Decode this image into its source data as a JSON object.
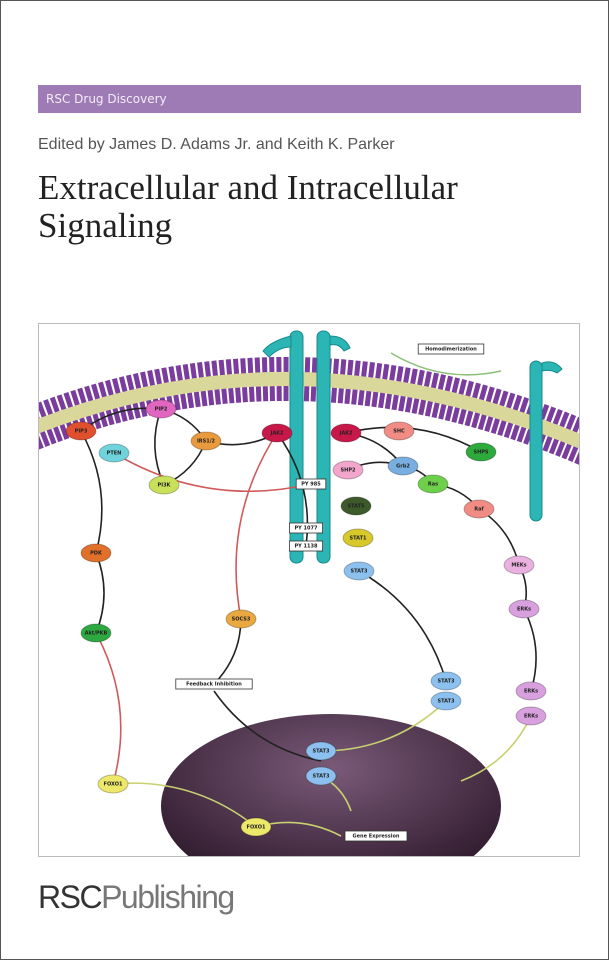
{
  "series": "RSC Drug Discovery",
  "editors": "Edited by James D. Adams Jr. and Keith K. Parker",
  "title_line1": "Extracellular and Intracellular",
  "title_line2": "Signaling",
  "publisher": {
    "part1": "RSC",
    "part2": "Publishing"
  },
  "colors": {
    "series_bar": "#9e7bb5",
    "membrane": "#7a3d9e",
    "membrane_core": "#d9d79a",
    "receptor": "#2bb5b5",
    "nucleus": "#3a2238"
  },
  "diagram": {
    "nodes": [
      {
        "label": "PIP3",
        "color": "#e0502e"
      },
      {
        "label": "PIP2",
        "color": "#e066c0"
      },
      {
        "label": "PTEN",
        "color": "#6fd3dc"
      },
      {
        "label": "IRS1/2",
        "color": "#e89a3c"
      },
      {
        "label": "PI3K",
        "color": "#c8e05a"
      },
      {
        "label": "JAK2",
        "color": "#c8184a"
      },
      {
        "label": "JAK2",
        "color": "#c8184a"
      },
      {
        "label": "SHC",
        "color": "#f08c84"
      },
      {
        "label": "SHP2",
        "color": "#f2a6cc"
      },
      {
        "label": "Grb2",
        "color": "#78aee0"
      },
      {
        "label": "Ras",
        "color": "#6ed04a"
      },
      {
        "label": "SHPS",
        "color": "#2eaa3c"
      },
      {
        "label": "Raf",
        "color": "#f08c84"
      },
      {
        "label": "MEKs",
        "color": "#eab0e0"
      },
      {
        "label": "ERKs",
        "color": "#d9a0e0"
      },
      {
        "label": "ERKs",
        "color": "#d9a0e0"
      },
      {
        "label": "ERKs",
        "color": "#d9a0e0"
      },
      {
        "label": "STAT5",
        "color": "#3c5a2a"
      },
      {
        "label": "STAT1",
        "color": "#d8c82a"
      },
      {
        "label": "STAT3",
        "color": "#8cc0ee"
      },
      {
        "label": "PDK",
        "color": "#e0702a"
      },
      {
        "label": "Akt/PKB",
        "color": "#2ea840"
      },
      {
        "label": "SOCS3",
        "color": "#eaa840"
      },
      {
        "label": "STAT3",
        "color": "#8cc0ee"
      },
      {
        "label": "STAT3",
        "color": "#8cc0ee"
      },
      {
        "label": "STAT3",
        "color": "#8cc0ee"
      },
      {
        "label": "STAT3",
        "color": "#8cc0ee"
      },
      {
        "label": "FOXO1",
        "color": "#eee86a"
      },
      {
        "label": "FOXO1",
        "color": "#eee86a"
      }
    ],
    "boxes": [
      "PY 985",
      "PY 1077",
      "PY 1138",
      "Homodimerization",
      "Feedback Inhibition",
      "Gene Expression"
    ]
  }
}
